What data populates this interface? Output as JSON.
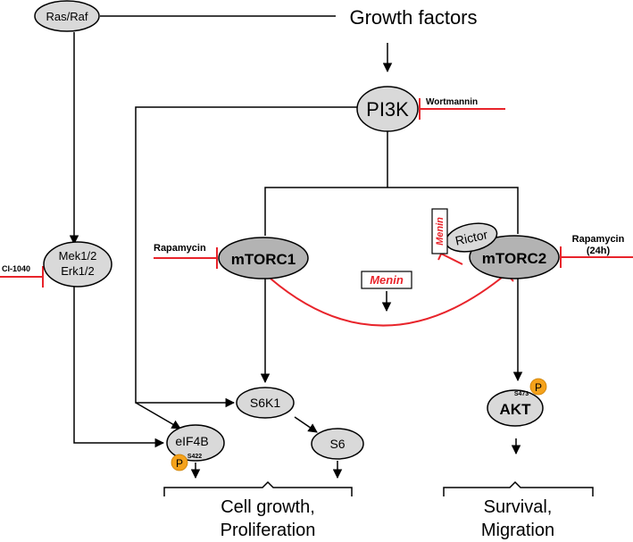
{
  "nodes": {
    "growth_factors": "Growth factors",
    "ras_raf": "Ras/Raf",
    "pi3k": "PI3K",
    "mek": "Mek1/2",
    "erk": "Erk1/2",
    "mtorc1": "mTORC1",
    "mtorc2": "mTORC2",
    "rictor": "Rictor",
    "s6k1": "S6K1",
    "s6": "S6",
    "eif4b": "eIF4B",
    "akt": "AKT"
  },
  "phospho": {
    "marker": "P",
    "eif4b_site": "S422",
    "akt_site": "S473"
  },
  "inhibitors": {
    "wortmannin": "Wortmannin",
    "rapamycin": "Rapamycin",
    "rapamycin_24h_line1": "Rapamycin",
    "rapamycin_24h_line2": "(24h)",
    "ci1040": "CI-1040",
    "menin": "Menin"
  },
  "outcomes": {
    "growth_line1": "Cell growth,",
    "growth_line2": "Proliferation",
    "survival_line1": "Survival,",
    "survival_line2": "Migration"
  },
  "colors": {
    "inhibition": "#e8242b",
    "phosphate": "#f5a21b",
    "node_fill": "#d9d9d9",
    "complex_fill": "#b3b3b3"
  }
}
